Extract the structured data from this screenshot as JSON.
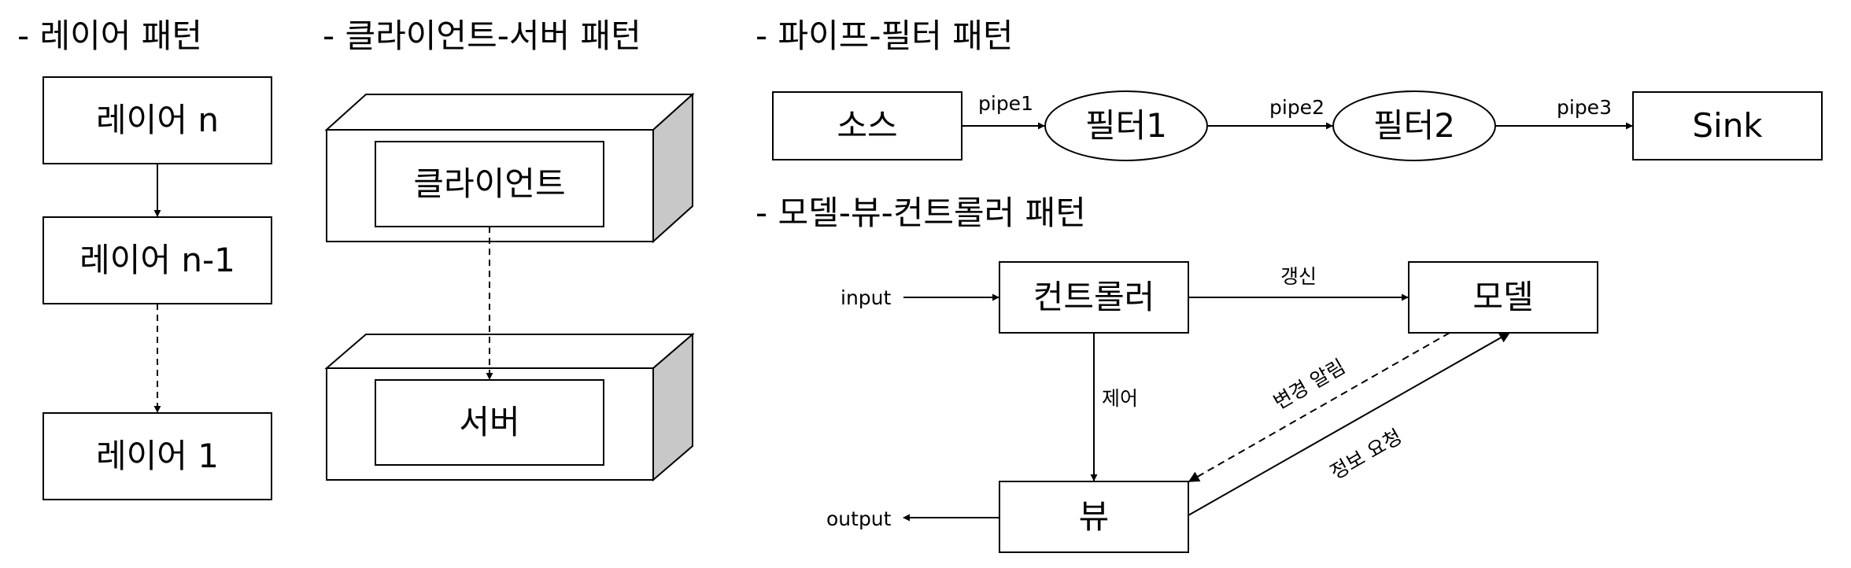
{
  "sections": {
    "layer_title": "- 레이어 패턴",
    "client_server_title": "- 클라이언트-서버 패턴",
    "pipe_filter_title": "- 파이프-필터 패턴",
    "mvc_title": "- 모델-뷰-컨트롤러 패턴"
  },
  "layer": {
    "top": "레이어 n",
    "middle": "레이어 n-1",
    "bottom": "레이어 1"
  },
  "client_server": {
    "client": "클라이언트",
    "server": "서버"
  },
  "pipe_filter": {
    "source": "소스",
    "filter1": "필터1",
    "filter2": "필터2",
    "sink": "Sink",
    "pipe1": "pipe1",
    "pipe2": "pipe2",
    "pipe3": "pipe3"
  },
  "mvc": {
    "controller": "컨트롤러",
    "model": "모델",
    "view": "뷰",
    "input": "input",
    "output": "output",
    "update": "갱신",
    "control": "제어",
    "change_notify": "변경 알림",
    "info_request": "정보 요청"
  }
}
